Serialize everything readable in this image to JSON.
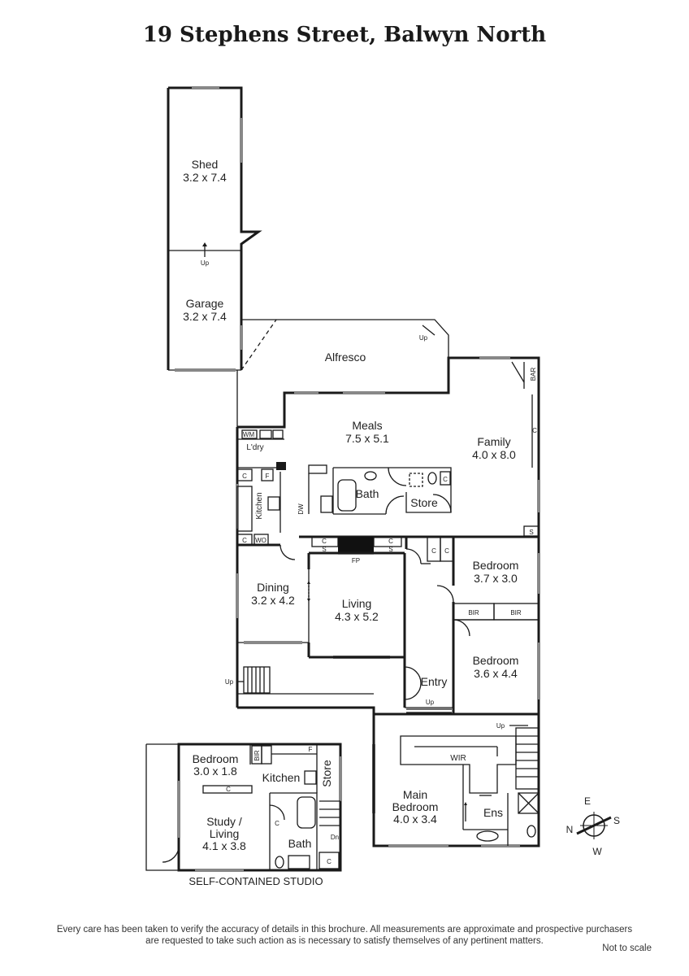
{
  "header": {
    "title": "19 Stephens Street, Balwyn North"
  },
  "rooms": {
    "shed": {
      "name": "Shed",
      "size": "3.2 x 7.4"
    },
    "garage": {
      "name": "Garage",
      "size": "3.2 x 7.4"
    },
    "alfresco": {
      "name": "Alfresco"
    },
    "meals": {
      "name": "Meals",
      "size": "7.5 x 5.1"
    },
    "family": {
      "name": "Family",
      "size": "4.0 x 8.0"
    },
    "laundry": {
      "name": "L'dry"
    },
    "kitchen": {
      "name": "Kitchen"
    },
    "bath": {
      "name": "Bath"
    },
    "store": {
      "name": "Store"
    },
    "dining": {
      "name": "Dining",
      "size": "3.2 x 4.2"
    },
    "living": {
      "name": "Living",
      "size": "4.3 x 5.2"
    },
    "bedroom1": {
      "name": "Bedroom",
      "size": "3.7 x 3.0"
    },
    "bedroom2": {
      "name": "Bedroom",
      "size": "3.6 x 4.4"
    },
    "entry": {
      "name": "Entry"
    },
    "main_bedroom": {
      "name_line1": "Main",
      "name_line2": "Bedroom",
      "size": "4.0 x 3.4"
    },
    "wir": {
      "name": "WIR"
    },
    "ensuite": {
      "name": "Ens"
    }
  },
  "studio": {
    "caption": "SELF-CONTAINED STUDIO",
    "bedroom": {
      "name": "Bedroom",
      "size": "3.0 x 1.8"
    },
    "kitchen": {
      "name": "Kitchen"
    },
    "store": {
      "name": "Store"
    },
    "study": {
      "name_line1": "Study /",
      "name_line2": "Living",
      "size": "4.1 x 3.8"
    },
    "bath": {
      "name": "Bath"
    }
  },
  "symbols": {
    "up": "Up",
    "dn": "Dn",
    "c": "C",
    "f": "F",
    "s": "S",
    "wm": "WM",
    "wo": "WO",
    "dw": "DW",
    "fp": "FP",
    "bir": "BIR",
    "bar": "BAR"
  },
  "compass": {
    "e": "E",
    "s": "S",
    "w": "W",
    "n": "N"
  },
  "footer": {
    "disclaimer_line1": "Every care has been taken to verify the accuracy of details in this brochure.  All measurements are approximate and prospective purchasers",
    "disclaimer_line2": "are requested to take such action as is necessary to satisfy themselves of any pertinent matters.",
    "scale_note": "Not to scale"
  }
}
